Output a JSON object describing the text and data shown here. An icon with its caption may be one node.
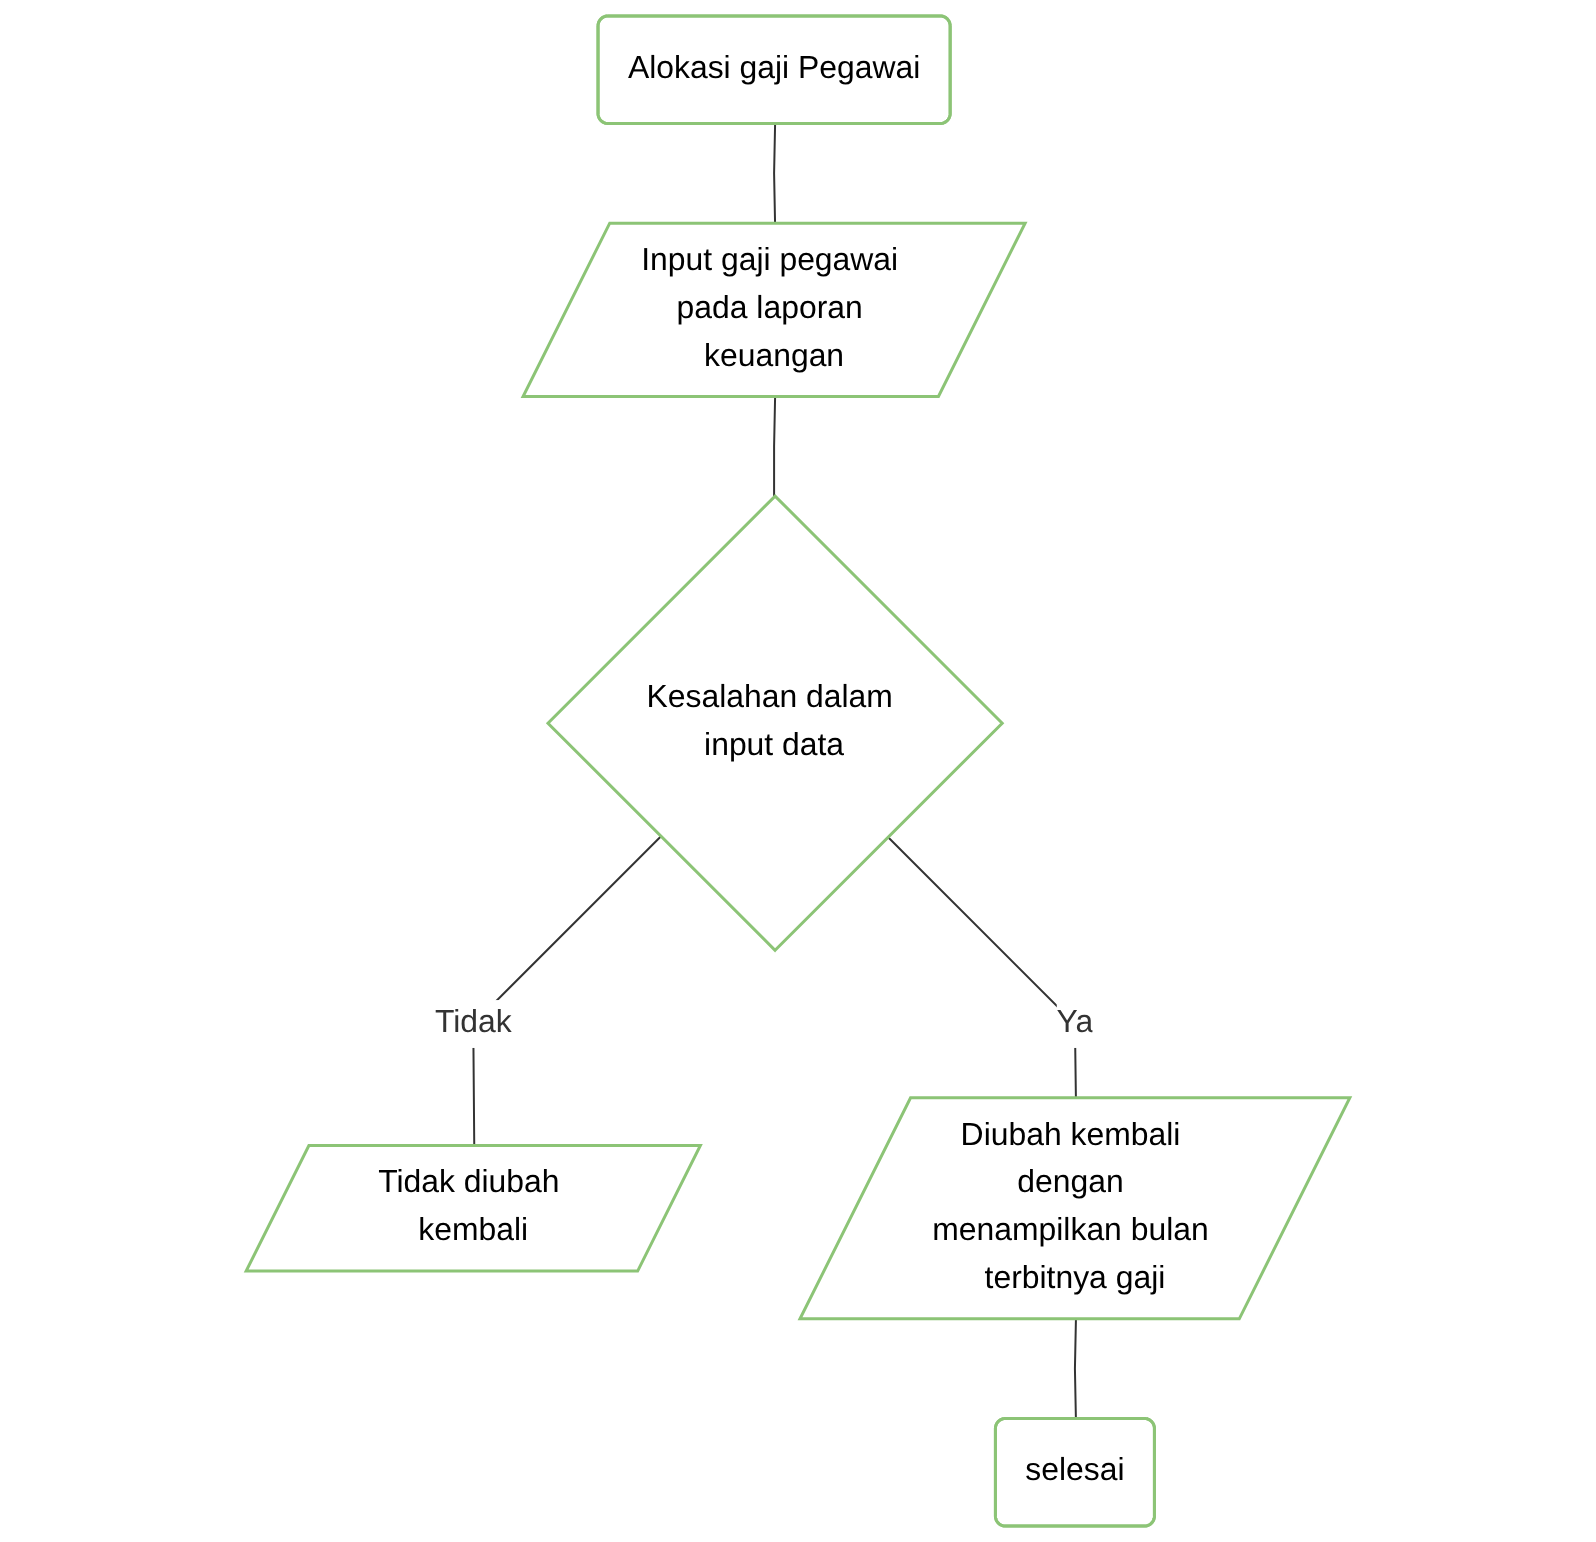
{
  "diagram": {
    "nodes": [
      {
        "text": [
          "Alokasi gaji Pegawai"
        ]
      },
      {
        "text": [
          "Input gaji pegawai pada laporan keuangan"
        ]
      },
      {
        "text": [
          "Kesalahan dalam input data"
        ]
      },
      {
        "text": [
          "Tidak diubah kembali"
        ]
      },
      {
        "text": [
          "Diubah kembali dengan menampilkan bulan terbitnya gaji"
        ]
      },
      {
        "text": [
          "selesai"
        ]
      }
    ],
    "edges": [
      {
        "from": 0,
        "to": 1,
        "arrow": "none"
      },
      {
        "from": 1,
        "to": 2,
        "arrow": "none"
      },
      {
        "from": 2,
        "to": 3,
        "arrow": "none",
        "label": "Tidak"
      },
      {
        "from": 2,
        "to": 4,
        "arrow": "none",
        "label": "Ya"
      },
      {
        "from": 4,
        "to": 5,
        "arrow": "none"
      }
    ]
  }
}
